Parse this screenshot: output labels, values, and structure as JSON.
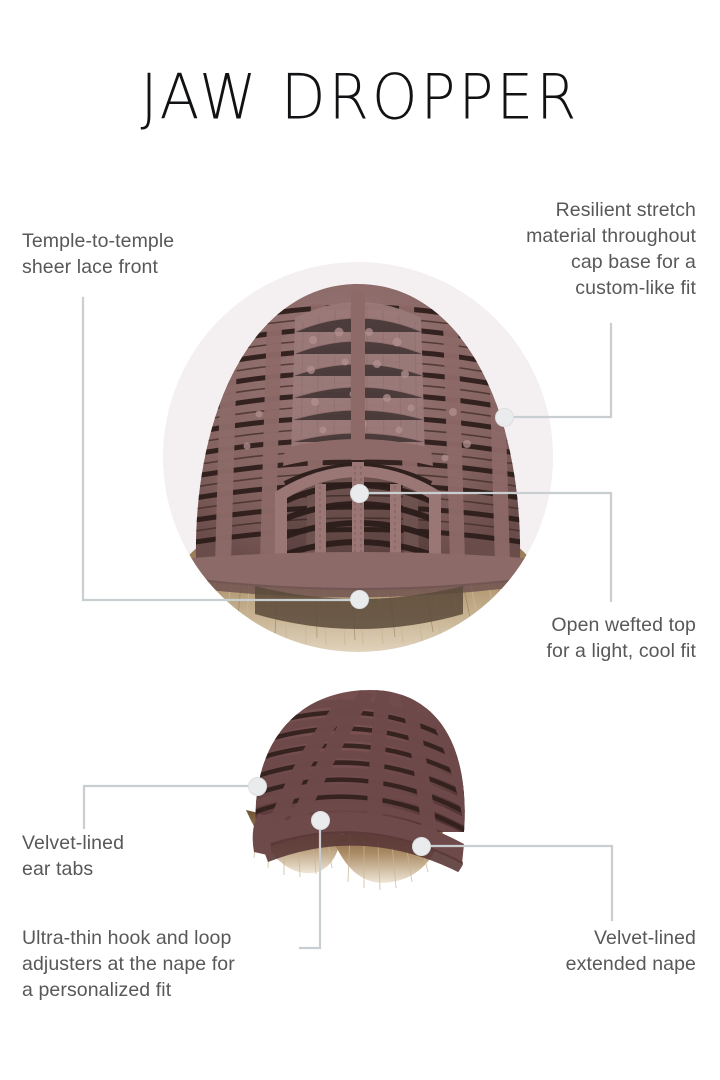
{
  "page": {
    "title": "JAW DROPPER",
    "background_color": "#ffffff",
    "text_color": "#58585a",
    "title_color": "#111214",
    "leader_line_color": "#c9ced1",
    "dot_color": "#e9ebec"
  },
  "callouts": [
    {
      "id": "temple",
      "text": "Temple-to-temple\nsheer lace front",
      "align": "left",
      "anchor": "front-hairline-lace"
    },
    {
      "id": "resilient",
      "text": "Resilient stretch\nmaterial throughout\ncap base for a\ncustom-like fit",
      "align": "right",
      "anchor": "stretch-cap-base"
    },
    {
      "id": "open_wefted",
      "text": "Open wefted top\nfor a light, cool fit",
      "align": "right",
      "anchor": "open-wefted-top"
    },
    {
      "id": "ear_tabs",
      "text": "Velvet-lined\near tabs",
      "align": "left",
      "anchor": "velvet-ear-tab"
    },
    {
      "id": "hook_loop",
      "text": "Ultra-thin hook and loop\nadjusters at the nape for\na personalized fit",
      "align": "left",
      "anchor": "nape-adjusters"
    },
    {
      "id": "extended_nape",
      "text": "Velvet-lined\nextended nape",
      "align": "right",
      "anchor": "extended-nape"
    }
  ],
  "images": {
    "main_cap": {
      "name": "wig-cap-front-interior-photo",
      "shape": "circle",
      "backdrop_color": "#f4f0f2",
      "cap_color": "#8b6a6a",
      "weft_color": "#2c1d1a",
      "hair_color": "#b99b74"
    },
    "back_cap": {
      "name": "wig-cap-back-nape-photo",
      "shape": "circle",
      "backdrop_color": "#ffffff",
      "cap_color": "#70494a",
      "weft_color": "#3a2420",
      "hair_color": "#c4a782"
    }
  }
}
